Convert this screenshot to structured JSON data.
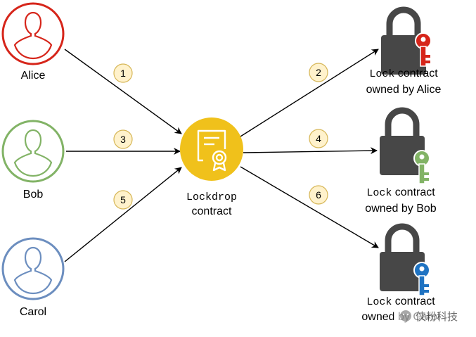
{
  "users": [
    {
      "name": "Alice",
      "color": "#d6251a"
    },
    {
      "name": "Bob",
      "color": "#82b366"
    },
    {
      "name": "Carol",
      "color": "#6c8ebf"
    }
  ],
  "lockdrop": {
    "code": "Lockdrop",
    "label": "contract",
    "color": "#f0c11b"
  },
  "locks": [
    {
      "code": "Lock",
      "suffix": " contract",
      "owner": "owned by Alice",
      "key_color": "#d6251a"
    },
    {
      "code": "Lock",
      "suffix": " contract",
      "owner": "owned by Bob",
      "key_color": "#82b366"
    },
    {
      "code": "Lock",
      "suffix": " contract",
      "owner": "owned by Carol",
      "key_color": "#1f73c2"
    }
  ],
  "steps": [
    "1",
    "2",
    "3",
    "4",
    "5",
    "6"
  ],
  "watermark": "侠粉科技"
}
